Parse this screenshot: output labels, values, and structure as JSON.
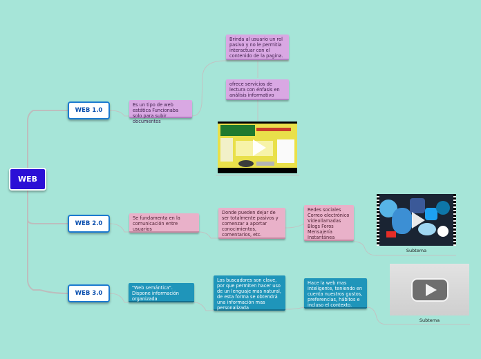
{
  "root": {
    "label": "WEB"
  },
  "branches": [
    {
      "label": "WEB 1.0",
      "description": "Es un tipo de web estática Funcionaba solo para subir documentos",
      "details": [
        "Brinda al usuario un rol pasivo y no le permitia interactuar con el contenido de la pagina.",
        "ofrece servicios de lectura con énfasis en análisis informativo"
      ]
    },
    {
      "label": "WEB 2.0",
      "description": "Se fundamenta en la comunicación entre usuarios",
      "details": [
        "Donde pueden dejar de ser totalmente pasivos y comenzar a aportar conocimientos, comentarios, etc.",
        "Redes sociales Correo electrónico Videollamadas Blogs Foros Mensajería Instantánea"
      ],
      "media_caption": "Subtema"
    },
    {
      "label": "WEB 3.0",
      "description": "\"Web semántica\". Dispone información organizada",
      "details": [
        "Los buscadores son clave, por que permiten hacer uso de un lenguaje mas natural, de esta forma se obtendrá una información mas personalizada",
        "Hace la web mas inteligente, teniendo en cuenta nuestros gustos, preferencias, hábitos e incluso el contexto."
      ],
      "media_caption": "Subtema"
    }
  ],
  "colors": {
    "background": "#a6e5d8",
    "root": "#2b0fd6",
    "main_border": "#1c7ad0",
    "violet_note": "#d9a8e3",
    "pink_note": "#e9b1c9",
    "teal_note": "#1f95ba",
    "connector": "#b8b8b8"
  },
  "icons": [
    "video-play-icon",
    "social-networks-collage-image",
    "video-placeholder-icon"
  ]
}
